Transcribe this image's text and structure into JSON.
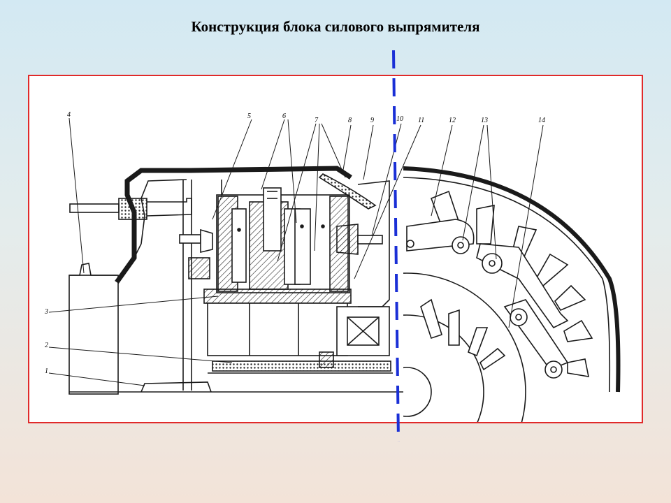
{
  "page": {
    "title": "Конструкция блока силового выпрямителя"
  },
  "diagram": {
    "labels": [
      "1",
      "2",
      "3",
      "4",
      "5",
      "6",
      "7",
      "8",
      "9",
      "10",
      "11",
      "12",
      "13",
      "14"
    ]
  },
  "colors": {
    "frame_border": "#e02a2a",
    "divider": "#1a2fd6",
    "ink": "#1a1a1a"
  }
}
